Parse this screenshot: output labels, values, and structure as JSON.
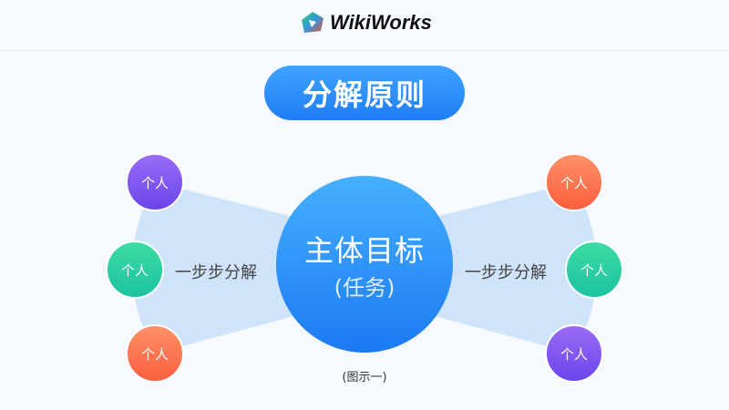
{
  "header": {
    "brand": "WikiWorks"
  },
  "title": "分解原则",
  "center": {
    "line1": "主体目标",
    "line2": "(任务)"
  },
  "left": {
    "step_label": "一步步分解",
    "nodes": [
      "个人",
      "个人",
      "个人"
    ]
  },
  "right": {
    "step_label": "一步步分解",
    "nodes": [
      "个人",
      "个人",
      "个人"
    ]
  },
  "caption": "(图示一)",
  "colors": {
    "primary": "#1f7ef5",
    "fan": "#cfe3fb",
    "purple": "#7a55ef",
    "green": "#2bd0a2",
    "orange": "#fc7250"
  }
}
